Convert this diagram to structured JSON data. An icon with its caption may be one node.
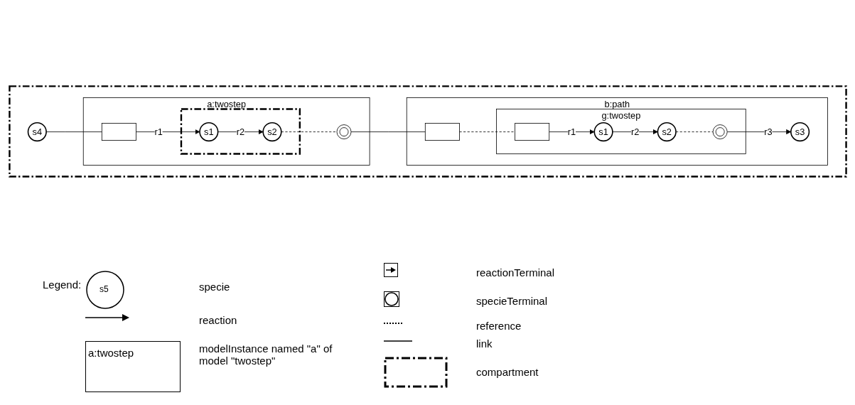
{
  "diagram": {
    "nodes": [
      {
        "text": [],
        "shape": "box"
      },
      {
        "text": [
          "s4"
        ],
        "in": 0
      },
      {
        "text": [
          "a:twostep"
        ],
        "in": 0
      },
      {
        "text": [],
        "shape": "box",
        "in": 2
      },
      {
        "text": [],
        "shape": "box",
        "in": 2
      },
      {
        "text": [
          "s1"
        ],
        "in": 4
      },
      {
        "text": [
          "s2"
        ],
        "in": 4
      },
      {
        "text": [],
        "shape": "circle",
        "in": 2
      },
      {
        "text": [
          "b:path"
        ],
        "in": 0
      },
      {
        "text": [],
        "shape": "box",
        "in": 8
      },
      {
        "text": [
          "g:twostep"
        ],
        "in": 8
      },
      {
        "text": [],
        "shape": "box",
        "in": 10
      },
      {
        "text": [
          "s1"
        ],
        "in": 10
      },
      {
        "text": [
          "s2"
        ],
        "in": 10
      },
      {
        "text": [],
        "shape": "circle",
        "in": 10
      },
      {
        "text": [
          "s3"
        ],
        "in": 8
      }
    ],
    "edges": [
      {
        "from": 1,
        "to": 3,
        "arrow": "none"
      },
      {
        "from": 3,
        "to": 5,
        "label": "r1",
        "arrow": "to"
      },
      {
        "from": 5,
        "to": 6,
        "label": "r2",
        "arrow": "to"
      },
      {
        "from": 6,
        "to": 7,
        "arrow": "none",
        "style": "dashed"
      },
      {
        "from": 7,
        "to": 9,
        "arrow": "none"
      },
      {
        "from": 9,
        "to": 11,
        "arrow": "none",
        "style": "dashed"
      },
      {
        "from": 11,
        "to": 12,
        "label": "r1",
        "arrow": "to"
      },
      {
        "from": 12,
        "to": 13,
        "label": "r2",
        "arrow": "to"
      },
      {
        "from": 13,
        "to": 14,
        "arrow": "none",
        "style": "dashed"
      },
      {
        "from": 14,
        "to": 15,
        "label": "r3",
        "arrow": "to"
      }
    ],
    "labels": [
      "Legend:",
      "s5",
      "a:twostep"
    ],
    "legend": [
      {
        "text": "specie"
      },
      {
        "text": "reaction"
      },
      {
        "text": "modelInstance named \"a\" of model \"twostep\""
      },
      {
        "text": "reactionTerminal"
      },
      {
        "text": "specieTerminal"
      },
      {
        "text": "reference"
      },
      {
        "text": "link"
      },
      {
        "text": "compartment"
      }
    ]
  }
}
